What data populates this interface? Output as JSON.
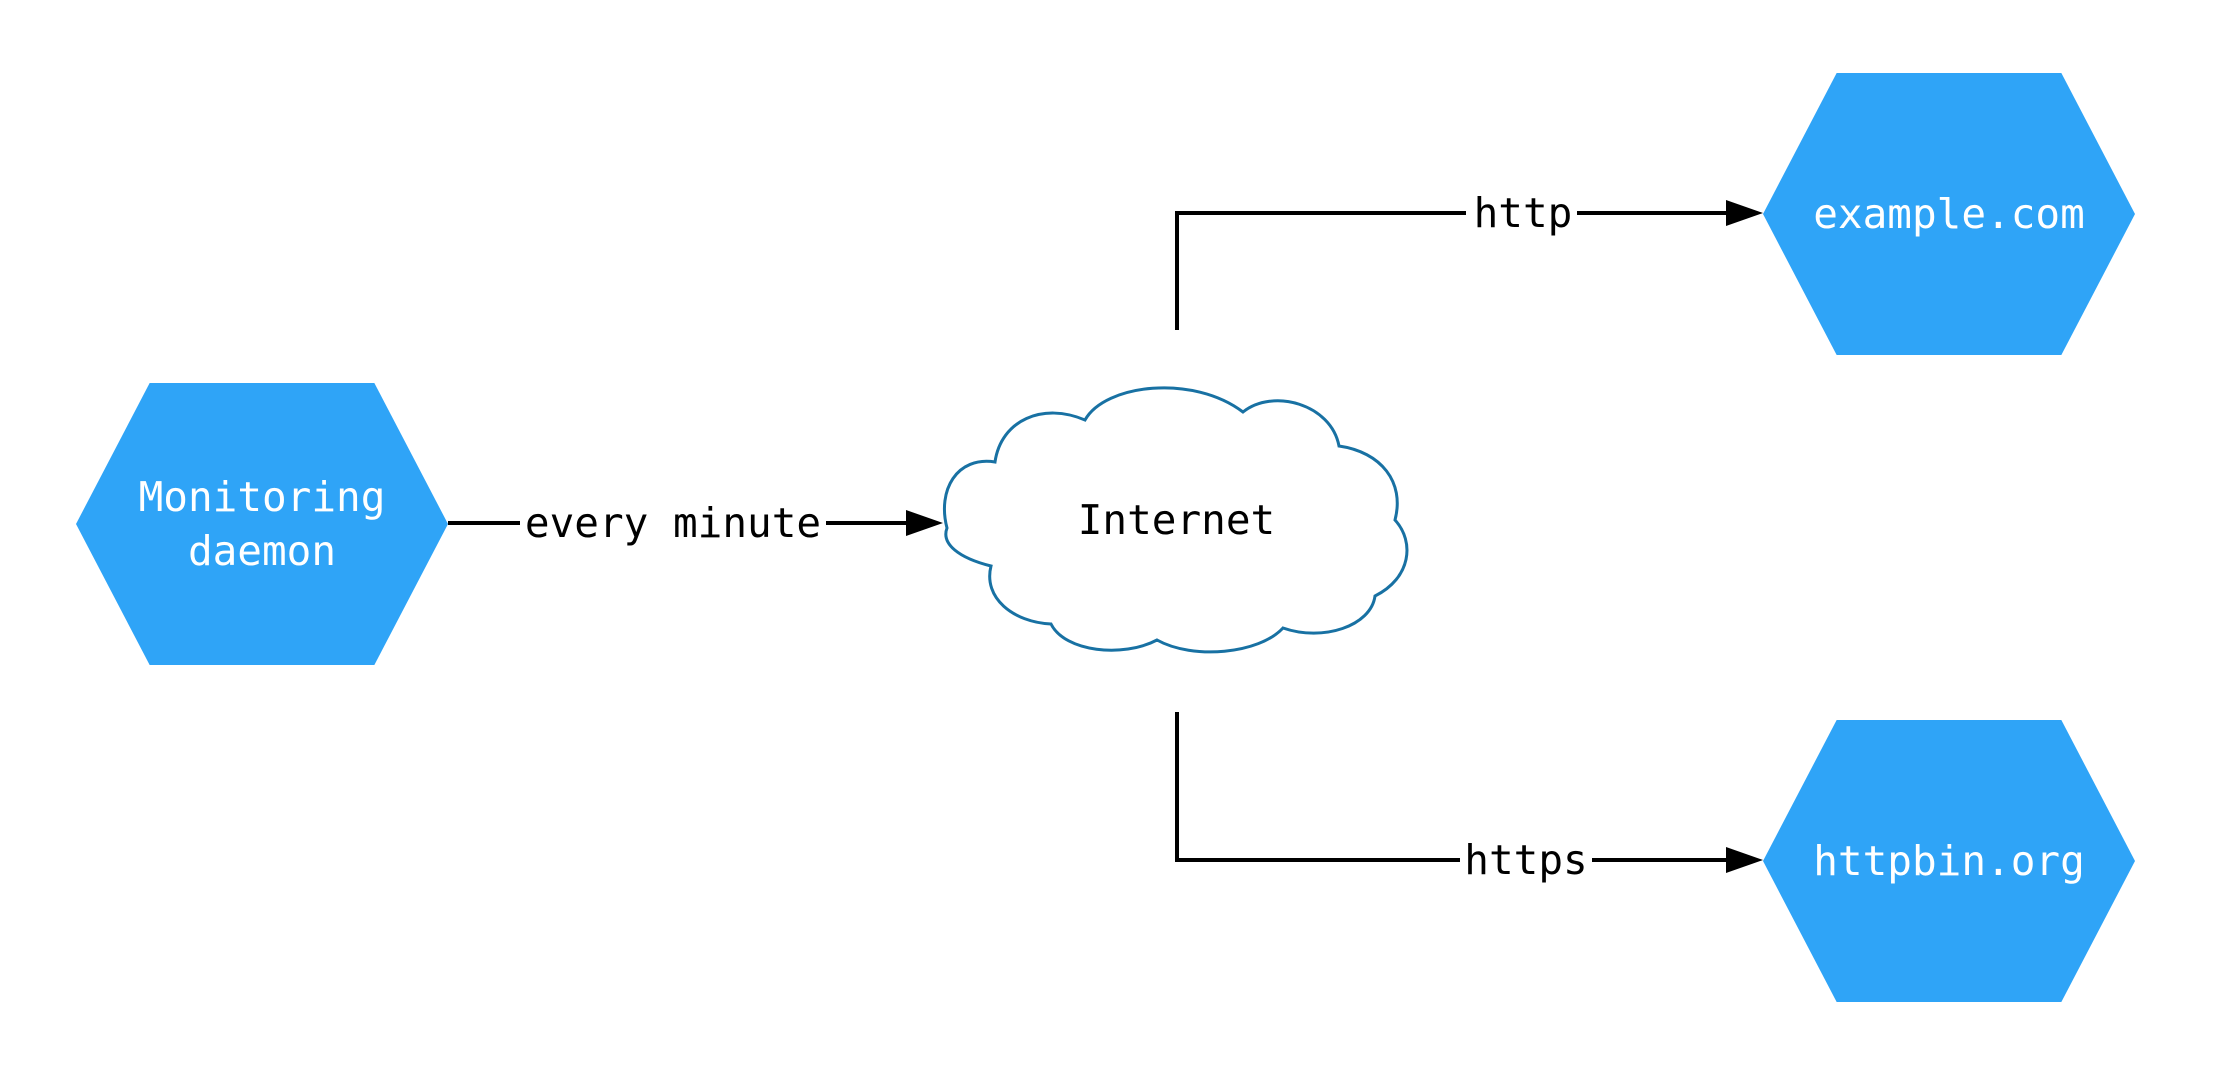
{
  "diagram": {
    "nodes": {
      "monitoring_daemon": {
        "label": "Monitoring daemon",
        "line1": "Monitoring",
        "line2": "daemon",
        "shape": "hexagon",
        "fill": "#2FA4F7",
        "text_color": "#FFFFFF"
      },
      "internet": {
        "label": "Internet",
        "shape": "cloud",
        "fill": "#FFFFFF",
        "outline_color": "#1871A3",
        "text_color": "#000000"
      },
      "example_com": {
        "label": "example.com",
        "shape": "hexagon",
        "fill": "#2FA4F7",
        "text_color": "#FFFFFF"
      },
      "httpbin_org": {
        "label": "httpbin.org",
        "shape": "hexagon",
        "fill": "#2FA4F7",
        "text_color": "#FFFFFF"
      }
    },
    "edges": [
      {
        "from": "monitoring_daemon",
        "to": "internet",
        "label": "every minute",
        "arrow": "right"
      },
      {
        "from": "internet",
        "to": "example_com",
        "label": "http",
        "arrow": "right"
      },
      {
        "from": "internet",
        "to": "httpbin_org",
        "label": "https",
        "arrow": "right"
      }
    ],
    "colors": {
      "edge": "#000000",
      "background": "#FFFFFF"
    }
  }
}
